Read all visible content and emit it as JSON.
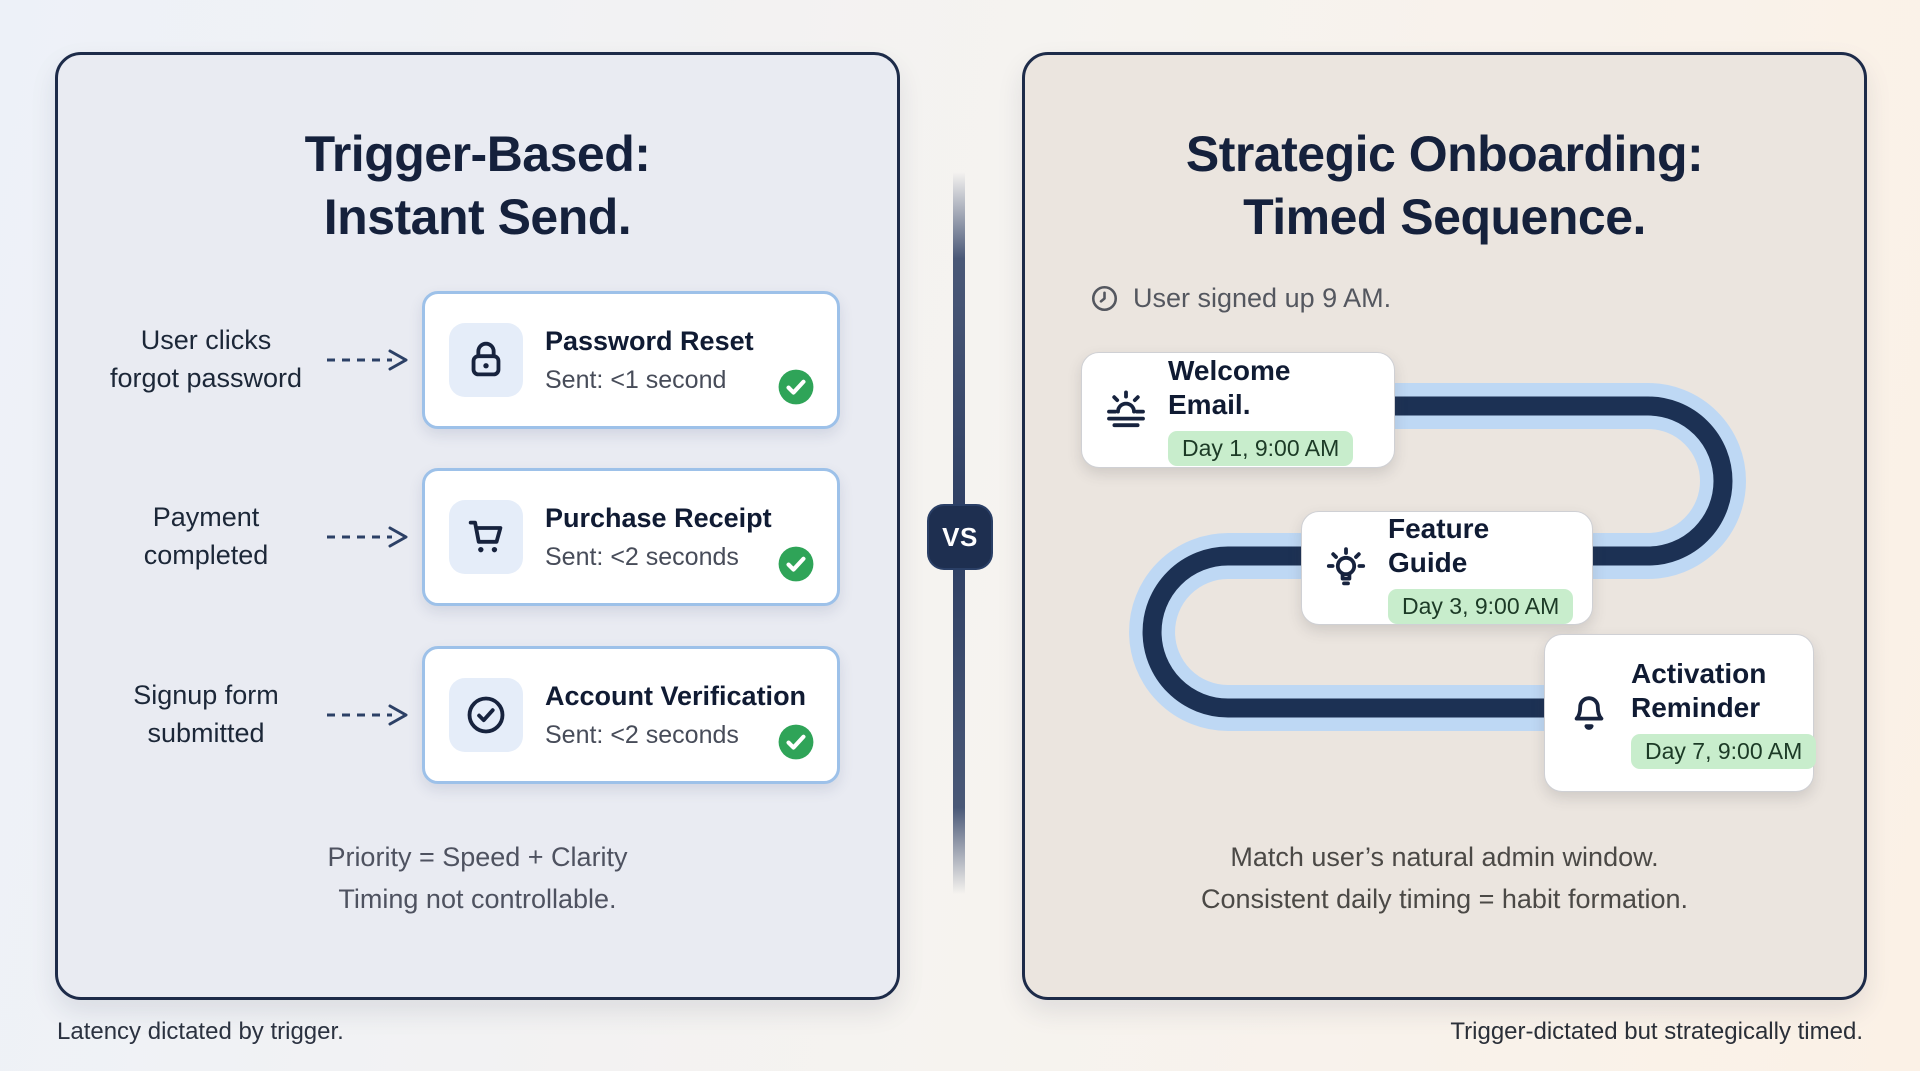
{
  "page": {
    "vs_label": "VS",
    "left_caption": "Latency dictated by trigger.",
    "right_caption": "Trigger-dictated but strategically timed."
  },
  "left_panel": {
    "title_line1": "Trigger-Based:",
    "title_line2": "Instant Send.",
    "rows": [
      {
        "icon": "lock-icon",
        "trigger_line1": "User clicks",
        "trigger_line2": "forgot password",
        "title": "Password Reset",
        "subtitle": "Sent: <1 second",
        "status_icon": "check-badge-icon"
      },
      {
        "icon": "cart-icon",
        "trigger_line1": "Payment",
        "trigger_line2": "completed",
        "title": "Purchase Receipt",
        "subtitle": "Sent: <2 seconds",
        "status_icon": "check-badge-icon"
      },
      {
        "icon": "check-circle-icon",
        "trigger_line1": "Signup form",
        "trigger_line2": "submitted",
        "title": "Account Verification",
        "subtitle": "Sent: <2 seconds",
        "status_icon": "check-badge-icon"
      }
    ],
    "footer_line1": "Priority = Speed + Clarity",
    "footer_line2": "Timing not controllable."
  },
  "right_panel": {
    "title_line1": "Strategic Onboarding:",
    "title_line2": "Timed Sequence.",
    "signup_icon": "clock-icon",
    "signup_note": "User signed up 9 AM.",
    "steps": [
      {
        "icon": "sunrise-icon",
        "title": "Welcome Email.",
        "badge": "Day 1, 9:00 AM"
      },
      {
        "icon": "lightbulb-icon",
        "title": "Feature Guide",
        "badge": "Day 3, 9:00 AM"
      },
      {
        "icon": "bell-icon",
        "title": "Activation Reminder",
        "badge": "Day 7, 9:00 AM"
      }
    ],
    "footer_line1": "Match user’s natural admin window.",
    "footer_line2": "Consistent daily timing = habit formation."
  },
  "colors": {
    "navy_text": "#15213c",
    "panel_border": "#1d2b49",
    "path_dark": "#1c3154",
    "path_light": "#bed8f4",
    "card_border_blue": "#9dc1e9",
    "check_green": "#2fa458",
    "pill_green_bg": "#c8edcc",
    "pill_green_text": "#1c3a26",
    "vs_bg": "#1e2f50"
  }
}
